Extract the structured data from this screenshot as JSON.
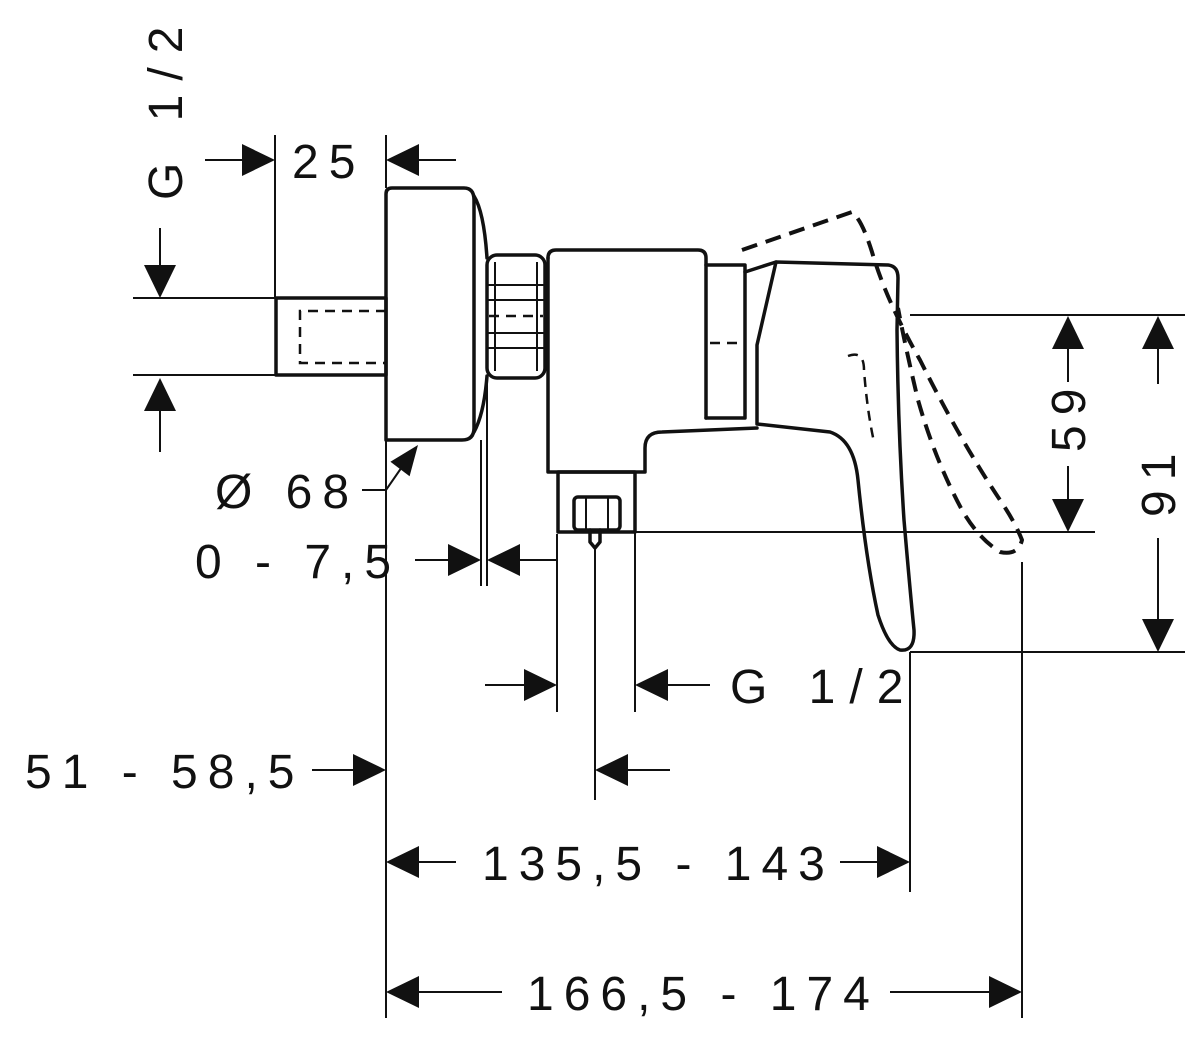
{
  "colors": {
    "line": "#111111",
    "background": "#ffffff"
  },
  "dimensions": {
    "inlet_thread": "G 1/2",
    "stub_length": "25",
    "escutcheon_diameter": "Ø 68",
    "adjustment_range": "0 - 7,5",
    "outlet_thread": "G 1/2",
    "wall_to_outlet_axis": "51 - 58,5",
    "wall_to_handle_front": "135,5 - 143",
    "wall_to_handle_open": "166,5 - 174",
    "outlet_to_handle_top": "59",
    "handle_tip_to_top": "91"
  }
}
